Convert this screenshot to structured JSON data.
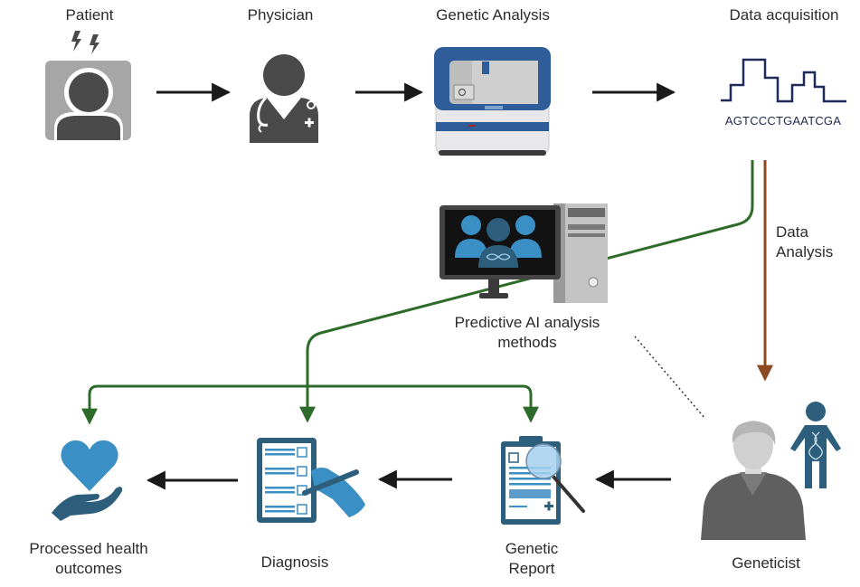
{
  "diagram": {
    "title": "Genetic testing and AI-driven diagnosis workflow",
    "colors": {
      "flow_arrow": "#1a1a1a",
      "ai_branch": "#2e6b2a",
      "data_analysis_arrow": "#8b4a22",
      "icon_dark": "#4a4a4a",
      "icon_grey": "#a6a6a6",
      "blue_dark": "#2d5f7c",
      "blue_mid": "#3a8fc4",
      "navy_trace": "#1f2a5a",
      "device_blue": "#2f5d9a"
    },
    "nodes": {
      "patient": {
        "label": "Patient",
        "icon": "patient-headache-icon"
      },
      "physician": {
        "label": "Physician",
        "icon": "doctor-stethoscope-icon"
      },
      "genetic_analysis": {
        "label": "Genetic Analysis",
        "icon": "sequencer-machine-icon"
      },
      "data_acquisition": {
        "label": "Data acquisition",
        "icon": "chromatogram-trace-icon",
        "sequence": "AGTCCCTGAATCGA"
      },
      "ai_methods": {
        "label_line1": "Predictive AI analysis",
        "label_line2": "methods",
        "icon": "computer-dna-population-icon"
      },
      "geneticist": {
        "label": "Geneticist",
        "icon": "geneticist-with-dna-body-icon"
      },
      "genetic_report": {
        "label_line1": "Genetic",
        "label_line2": "Report",
        "icon": "clipboard-magnifier-icon"
      },
      "diagnosis": {
        "label": "Diagnosis",
        "icon": "checklist-pen-icon"
      },
      "outcomes": {
        "label_line1": "Processed health",
        "label_line2": "outcomes",
        "icon": "heart-in-hand-icon"
      }
    },
    "edges": {
      "data_analysis": {
        "label_line1": "Data",
        "label_line2": "Analysis"
      }
    }
  }
}
